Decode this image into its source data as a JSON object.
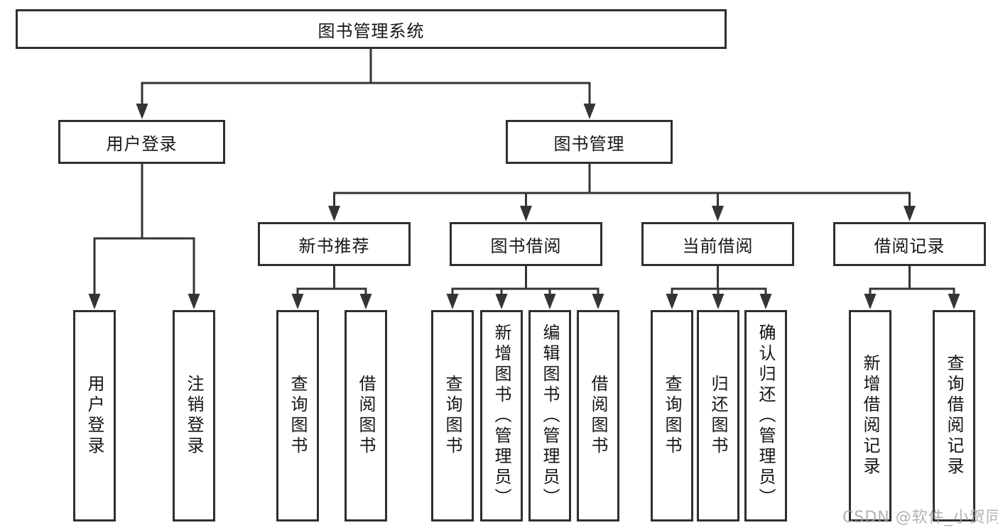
{
  "diagram": {
    "tree": {
      "label": "图书管理系统",
      "children": [
        {
          "label": "用户登录",
          "children": [
            {
              "label": "用户登录"
            },
            {
              "label": "注销登录"
            }
          ]
        },
        {
          "label": "图书管理",
          "children": [
            {
              "label": "新书推荐",
              "children": [
                {
                  "label": "查询图书"
                },
                {
                  "label": "借阅图书"
                }
              ]
            },
            {
              "label": "图书借阅",
              "children": [
                {
                  "label": "查询图书"
                },
                {
                  "label": "新增图书（管理员）"
                },
                {
                  "label": "编辑图书（管理员）"
                },
                {
                  "label": "借阅图书"
                }
              ]
            },
            {
              "label": "当前借阅",
              "children": [
                {
                  "label": "查询图书"
                },
                {
                  "label": "归还图书"
                },
                {
                  "label": "确认归还（管理员）"
                }
              ]
            },
            {
              "label": "借阅记录",
              "children": [
                {
                  "label": "新增借阅记录"
                },
                {
                  "label": "查询借阅记录"
                }
              ]
            }
          ]
        }
      ]
    },
    "colors": {
      "line": "#343434",
      "box_border": "#2f2f2f",
      "text": "#161616",
      "watermark": "#a4a4a4"
    }
  },
  "watermark": {
    "text": "CSDN @软件_小贺同学"
  }
}
